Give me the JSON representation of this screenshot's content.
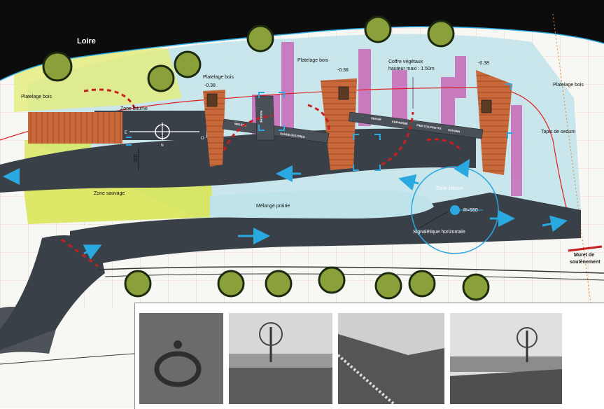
{
  "labels": {
    "loire": "Loire",
    "platelage_left": "Platelage bois",
    "platelage_1": "Platelage bois",
    "platelage_2": "Platelage bois",
    "platelage_right": "Platelage bois",
    "level_1": "-0.38",
    "level_2": "-0.38",
    "level_3": "-0.38",
    "coffre_line1": "Coffre végétaux",
    "coffre_line2": "hauteur maxi : 1.50m",
    "zone_bitume_top": "Zone bitume",
    "tapis_sedum": "Tapis de sedum",
    "dim_350": "350",
    "zone_sauvage": "Zone sauvage",
    "melange_prairie": "Mélange prairie",
    "zone_bitume_round": "Zone bitume",
    "radius": "R=550",
    "signaletique": "Signalétique horizontale",
    "muret_line1": "Muret de",
    "muret_line2": "soutènement",
    "compass_e": "E",
    "compass_o": "O",
    "compass_n": "N",
    "bench_words": [
      "MOLENE",
      "BOUCHE",
      "SAUGE DES PRES",
      "SEDUM",
      "EUPHORBE",
      "PIED D'ALOUETTE",
      "PATURIN"
    ]
  },
  "colors": {
    "river": "#0c0c0c",
    "path": "#3a4048",
    "wood": "#c9683a",
    "water_wash": "#bfe3ea",
    "meadow_yellow": "#d9e65a",
    "pink": "#c86ab8",
    "accent_cyan": "#2aa8e0",
    "red_line": "#e02020"
  }
}
